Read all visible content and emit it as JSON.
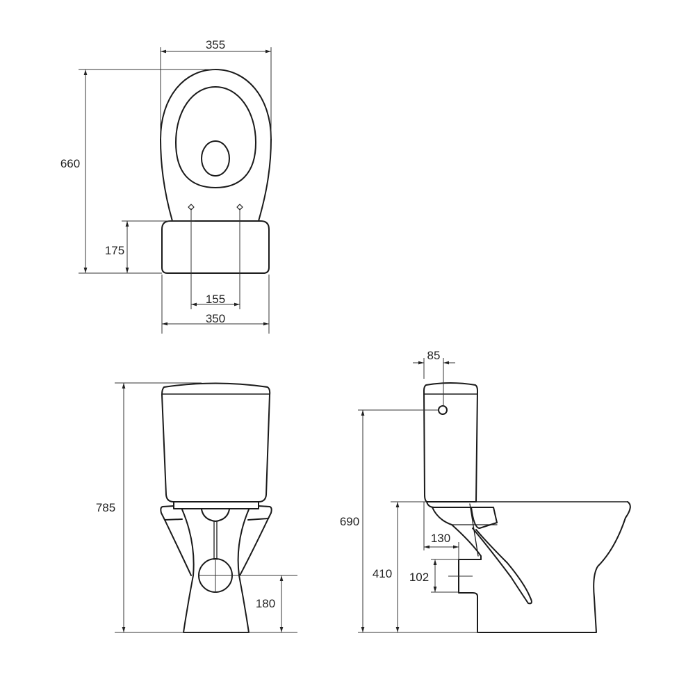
{
  "top_view": {
    "width_top": "355",
    "length": "660",
    "cistern_depth": "175",
    "hinge_spacing": "155",
    "width_base": "350"
  },
  "front_view": {
    "total_height": "785",
    "outlet_height": "180"
  },
  "side_view": {
    "inlet_offset": "85",
    "inlet_height": "690",
    "bowl_height": "410",
    "outlet_offset": "130",
    "outlet_diameter": "102"
  },
  "colors": {
    "line": "#1a1a1a",
    "background": "#ffffff"
  }
}
